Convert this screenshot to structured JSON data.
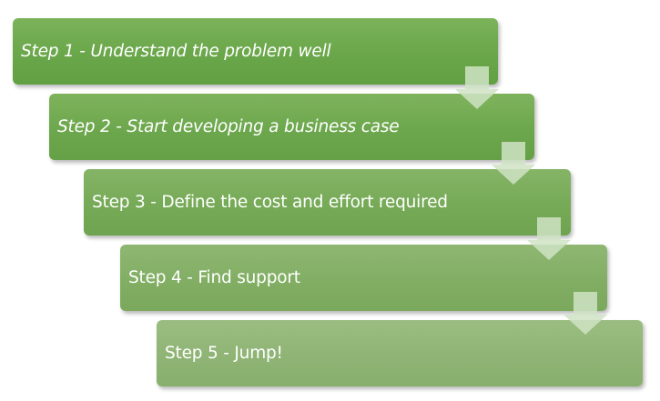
{
  "diagram": {
    "type": "staircase-process",
    "steps": [
      {
        "label": "Step 1 - Understand the problem well"
      },
      {
        "label": "Step 2 - Start developing a business case"
      },
      {
        "label": "Step 3 - Define the cost and effort required"
      },
      {
        "label": "Step 4 - Find support"
      },
      {
        "label": "Step 5 - Jump!"
      }
    ],
    "colors": {
      "step_fill": "#6aa64a",
      "arrow_fill": "#c9dfbd",
      "text": "#ffffff"
    }
  }
}
